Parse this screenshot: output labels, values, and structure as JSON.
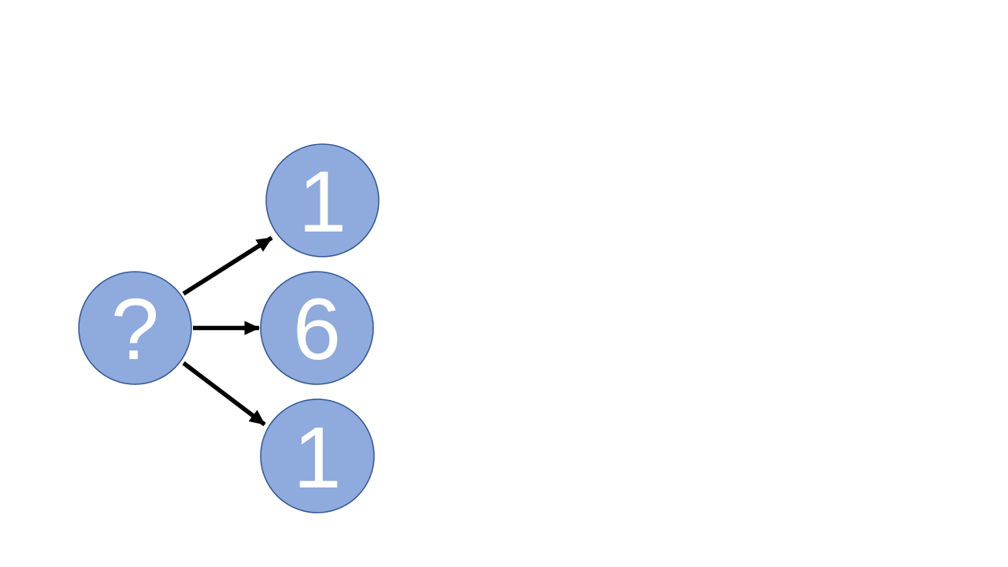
{
  "diagram": {
    "background_color": "#ffffff",
    "node_fill_color": "#8faadc",
    "node_border_color": "#2f5597",
    "label_color": "#ffffff",
    "arrow_color": "#000000",
    "root": {
      "label": "?"
    },
    "children": [
      {
        "label": "1"
      },
      {
        "label": "6"
      },
      {
        "label": "1"
      }
    ]
  }
}
